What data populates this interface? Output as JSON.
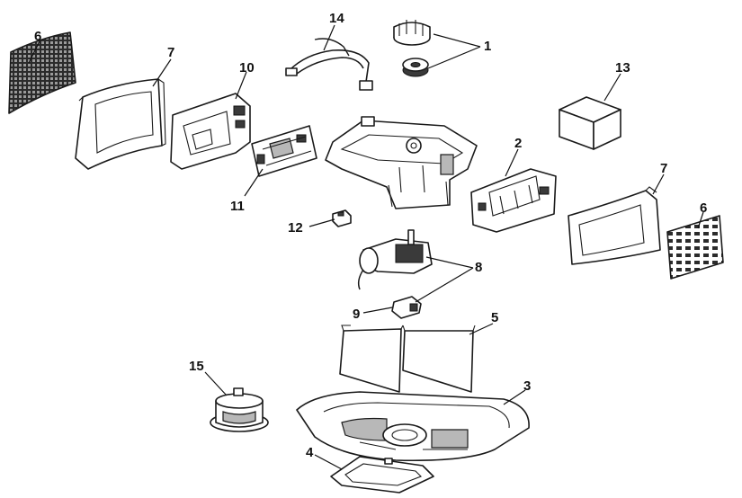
{
  "callouts": {
    "c1": "1",
    "c2": "2",
    "c3": "3",
    "c4": "4",
    "c5": "5",
    "c6a": "6",
    "c6b": "6",
    "c7a": "7",
    "c7b": "7",
    "c8": "8",
    "c9": "9",
    "c10": "10",
    "c11": "11",
    "c12": "12",
    "c13": "13",
    "c14": "14",
    "c15": "15"
  }
}
